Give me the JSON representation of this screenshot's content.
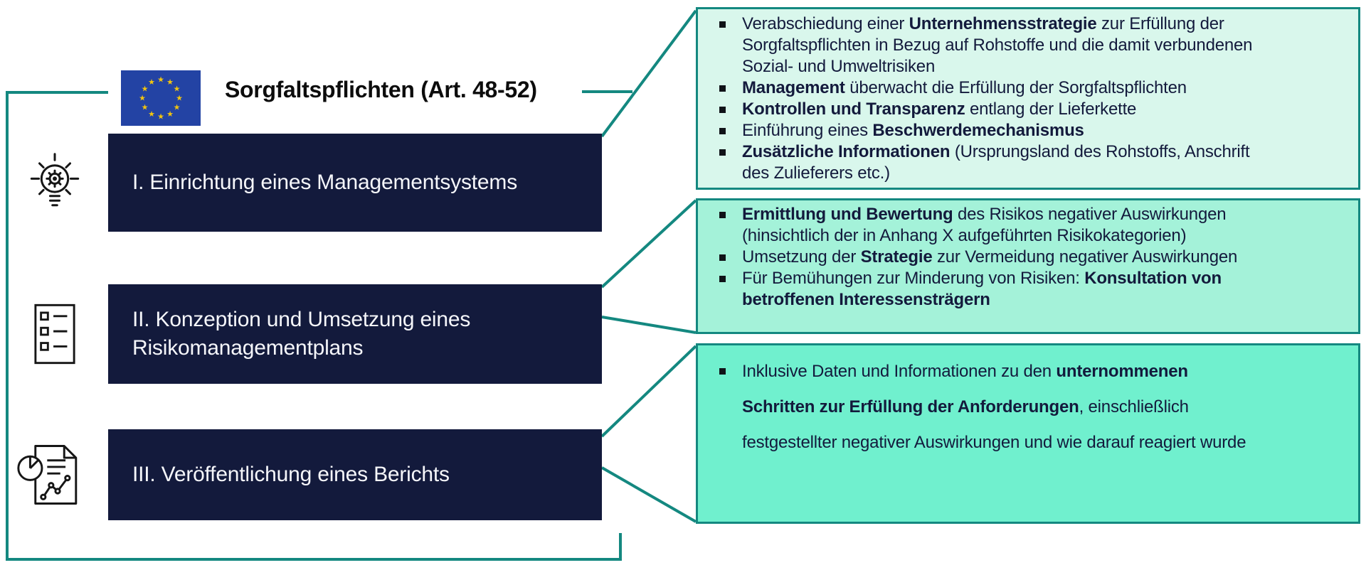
{
  "colors": {
    "teal": "#148880",
    "navy": "#131a3c",
    "text_dark": "#131a3c",
    "flag_blue": "#2343a4",
    "star_gold": "#f2c50f",
    "callout1_bg": "#d9f7ec",
    "callout2_bg": "#a4f2d9",
    "callout3_bg": "#70f0ce"
  },
  "header": {
    "title": "Sorgfaltspflichten (Art. 48-52)",
    "flag_icon": "eu-flag-icon"
  },
  "steps": [
    {
      "label": "I. Einrichtung eines Managementsystems",
      "icon": "lightbulb-gear-icon"
    },
    {
      "label": "II. Konzeption und Umsetzung eines Risikomanagementplans",
      "icon": "checklist-icon"
    },
    {
      "label": "III. Veröffentlichung eines Berichts",
      "icon": "report-chart-icon"
    }
  ],
  "callouts": [
    {
      "for_step": "I",
      "bg": "#d9f7ec",
      "bullets": [
        [
          {
            "t": "Verabschiedung einer "
          },
          {
            "t": "Unternehmensstrategie",
            "b": true
          },
          {
            "t": " zur Erfüllung der Sorgfaltspflichten in Bezug auf Rohstoffe und die damit verbundenen Sozial- und Umweltrisiken"
          }
        ],
        [
          {
            "t": "Management",
            "b": true
          },
          {
            "t": " überwacht die Erfüllung der Sorgfaltspflichten"
          }
        ],
        [
          {
            "t": "Kontrollen und Transparenz",
            "b": true
          },
          {
            "t": " entlang der Lieferkette"
          }
        ],
        [
          {
            "t": "Einführung eines "
          },
          {
            "t": "Beschwerdemechanismus",
            "b": true
          }
        ],
        [
          {
            "t": "Zusätzliche Informationen",
            "b": true
          },
          {
            "t": " (Ursprungsland des Rohstoffs, Anschrift des Zulieferers etc.)"
          }
        ]
      ]
    },
    {
      "for_step": "II",
      "bg": "#a4f2d9",
      "bullets": [
        [
          {
            "t": "Ermittlung und Bewertung",
            "b": true
          },
          {
            "t": " des Risikos negativer Auswirkungen (hinsichtlich der in Anhang X aufgeführten Risikokategorien)"
          }
        ],
        [
          {
            "t": "Umsetzung der "
          },
          {
            "t": "Strategie",
            "b": true
          },
          {
            "t": " zur Vermeidung negativer Auswirkungen"
          }
        ],
        [
          {
            "t": "Für Bemühungen zur Minderung von Risiken: "
          },
          {
            "t": "Konsultation von betroffenen Interessensträgern",
            "b": true
          }
        ]
      ]
    },
    {
      "for_step": "III",
      "bg": "#70f0ce",
      "bullets": [
        [
          {
            "t": "Inklusive Daten und Informationen zu den "
          },
          {
            "t": "unternommenen Schritten zur Erfüllung der Anforderungen",
            "b": true
          },
          {
            "t": ", einschließlich festgestellter negativer Auswirkungen  und wie darauf reagiert wurde"
          }
        ]
      ]
    }
  ]
}
